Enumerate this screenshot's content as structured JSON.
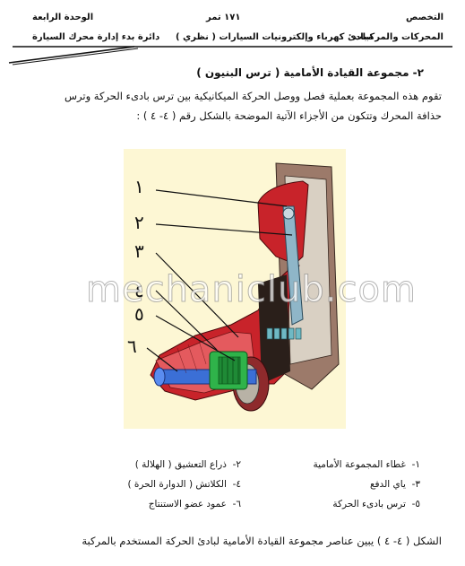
{
  "header": {
    "right_label": "التخصص",
    "right_value": "المحركات والمركبات",
    "center_label": "١٧١ تمر",
    "center_value": "مبادئ كهرباء وإلكترونيات السيارات ( نظري )",
    "left_label": "الوحدة الرابعة",
    "left_value": "دائرة بدء إدارة محرك السيارة"
  },
  "section": {
    "heading": "٢- مجموعة القيادة الأمامية ( ترس البنيون )",
    "paragraph_line1": "تقوم هذه المجموعة بعملية فصل ووصل الحركة الميكانيكية بين ترس بادىء الحركة وترس",
    "paragraph_line2": "حذافة المحرك وتتكون من الأجزاء الآتية الموضحة بالشكل رقم ( ٤- ٤ ) :"
  },
  "figure": {
    "watermark": "mechaniclub.com",
    "callouts": [
      "١",
      "٢",
      "٣",
      "٤",
      "٥",
      "٦"
    ],
    "colors": {
      "housing": "#c8232a",
      "pinion": "#2fb34a",
      "shaft": "#3b6fd6",
      "background": "#fdf7d4"
    }
  },
  "parts": [
    {
      "number": "١-",
      "name": "غطاء المجموعة الأمامية"
    },
    {
      "number": "٢-",
      "name": "ذراع التعشيق ( الهلالة )"
    },
    {
      "number": "٣-",
      "name": "ياي الدفع"
    },
    {
      "number": "٤-",
      "name": "الكلاتش ( الدوارة الحرة )"
    },
    {
      "number": "٥-",
      "name": "ترس بادىء الحركة"
    },
    {
      "number": "٦-",
      "name": "عمود عضو الاستنتاج"
    }
  ],
  "caption": "الشكل ( ٤- ٤ ) يبين عناصر مجموعة القيادة الأمامية لبادئ الحركة المستخدم بالمركبة"
}
